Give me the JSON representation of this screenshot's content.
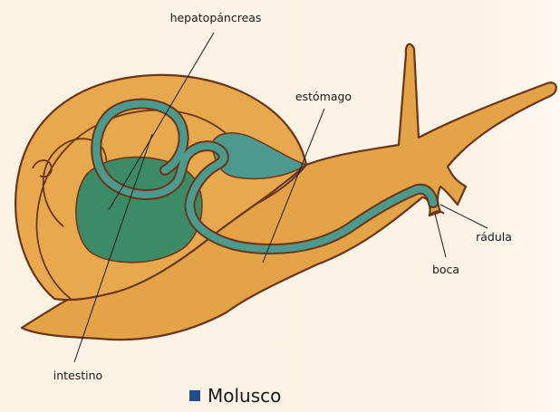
{
  "labels": {
    "hepatopancreas": "hepatopáncreas",
    "estomago": "estómago",
    "radula": "rádula",
    "boca": "boca",
    "intestino": "intestino"
  },
  "caption": "Molusco",
  "colors": {
    "body": "#e5a348",
    "shell": "#e8a84e",
    "outline": "#6b3518",
    "gland": "#3d8a66",
    "gut": "#4c9a8e",
    "caption_marker": "#1e4e8c"
  }
}
